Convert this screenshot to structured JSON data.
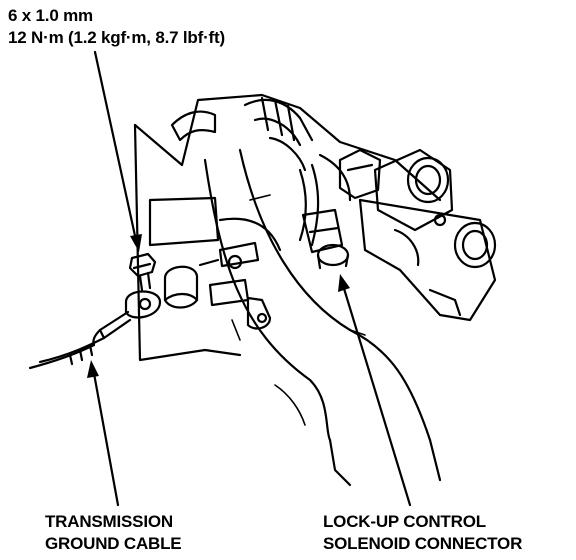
{
  "spec": {
    "bolt_size": "6 x 1.0 mm",
    "torque": "12 N·m (1.2 kgf·m, 8.7 lbf·ft)"
  },
  "callouts": {
    "ground_cable": {
      "line1": "TRANSMISSION",
      "line2": "GROUND CABLE"
    },
    "solenoid_connector": {
      "line1": "LOCK-UP CONTROL",
      "line2": "SOLENOID CONNECTOR"
    }
  },
  "colors": {
    "ink": "#000000",
    "paper": "#ffffff"
  }
}
